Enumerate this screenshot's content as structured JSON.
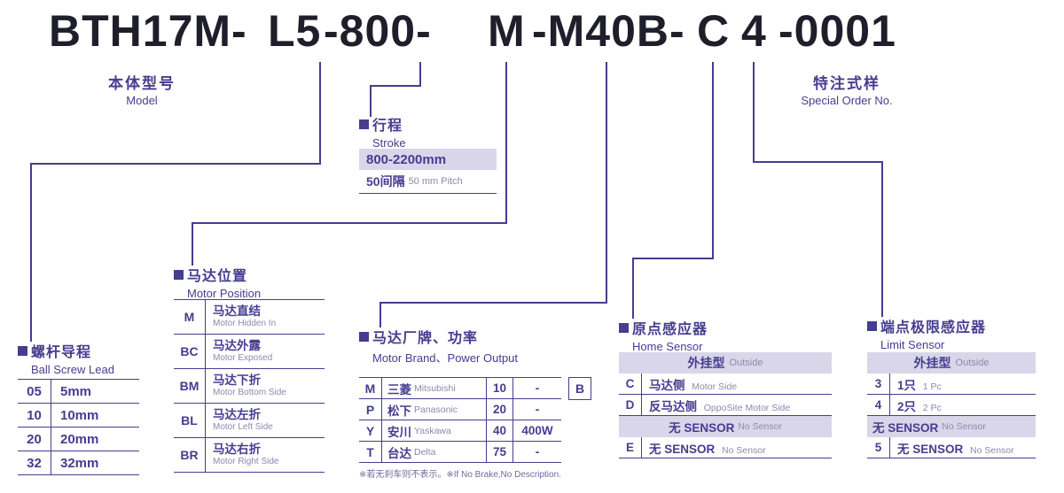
{
  "colors": {
    "primary": "#453d8f",
    "shade": "#d9d6ea",
    "muted": "#8d89ac",
    "code_text": "#1f1f2b"
  },
  "model_code": {
    "segments": [
      "BTH17M-",
      "L5",
      "-800-",
      "M",
      "-M40B-",
      "C",
      "4",
      "-0001"
    ]
  },
  "model_label": {
    "zh": "本体型号",
    "en": "Model"
  },
  "special_order_label": {
    "zh": "特注式样",
    "en": "Special Order No."
  },
  "stroke": {
    "zh": "行程",
    "en": "Stroke",
    "range": "800-2200mm",
    "pitch_zh": "50间隔",
    "pitch_en": "50 mm Pitch"
  },
  "ball_screw_lead": {
    "zh": "螺杆导程",
    "en": "Ball Screw Lead",
    "rows": [
      {
        "code": "05",
        "value": "5mm"
      },
      {
        "code": "10",
        "value": "10mm"
      },
      {
        "code": "20",
        "value": "20mm"
      },
      {
        "code": "32",
        "value": "32mm"
      }
    ]
  },
  "motor_position": {
    "zh": "马达位置",
    "en": "Motor Position",
    "rows": [
      {
        "code": "M",
        "zh": "马达直结",
        "en": "Motor Hidden In"
      },
      {
        "code": "BC",
        "zh": "马达外露",
        "en": "Motor Exposed"
      },
      {
        "code": "BM",
        "zh": "马达下折",
        "en": "Motor Bottom Side"
      },
      {
        "code": "BL",
        "zh": "马达左折",
        "en": "Motor Left Side"
      },
      {
        "code": "BR",
        "zh": "马达右折",
        "en": "Motor Right Side"
      }
    ]
  },
  "motor_brand": {
    "zh": "马达厂牌、功率",
    "en": "Motor Brand、Power Output",
    "rows": [
      {
        "code": "M",
        "brand_zh": "三菱",
        "brand_en": "Mitsubishi",
        "power_code": "10",
        "power": "-"
      },
      {
        "code": "P",
        "brand_zh": "松下",
        "brand_en": "Panasonic",
        "power_code": "20",
        "power": "-"
      },
      {
        "code": "Y",
        "brand_zh": "安川",
        "brand_en": "Yaskawa",
        "power_code": "40",
        "power": "400W"
      },
      {
        "code": "T",
        "brand_zh": "台达",
        "brand_en": "Delta",
        "power_code": "75",
        "power": "-"
      }
    ],
    "brake_code": "B",
    "note": "※若无刹车则不表示。※If No Brake,No Description."
  },
  "home_sensor": {
    "zh": "原点感应器",
    "en": "Home Sensor",
    "header_zh": "外挂型",
    "header_en": "Outside",
    "rows": [
      {
        "code": "C",
        "zh": "马达侧",
        "en": "Motor Side"
      },
      {
        "code": "D",
        "zh": "反马达侧",
        "en": "OppoSite Motor Side"
      }
    ],
    "divider_zh": "无 SENSOR",
    "divider_en": "No Sensor",
    "last_row": {
      "code": "E",
      "zh": "无 SENSOR",
      "en": "No Sensor"
    }
  },
  "limit_sensor": {
    "zh": "端点极限感应器",
    "en": "Limit Sensor",
    "header_zh": "外挂型",
    "header_en": "Outside",
    "rows": [
      {
        "code": "3",
        "zh": "1只",
        "en": "1 Pc"
      },
      {
        "code": "4",
        "zh": "2只",
        "en": "2 Pc"
      }
    ],
    "divider_zh": "无 SENSOR",
    "divider_en": "No Sensor",
    "last_row": {
      "code": "5",
      "zh": "无 SENSOR",
      "en": "No Sensor"
    }
  }
}
